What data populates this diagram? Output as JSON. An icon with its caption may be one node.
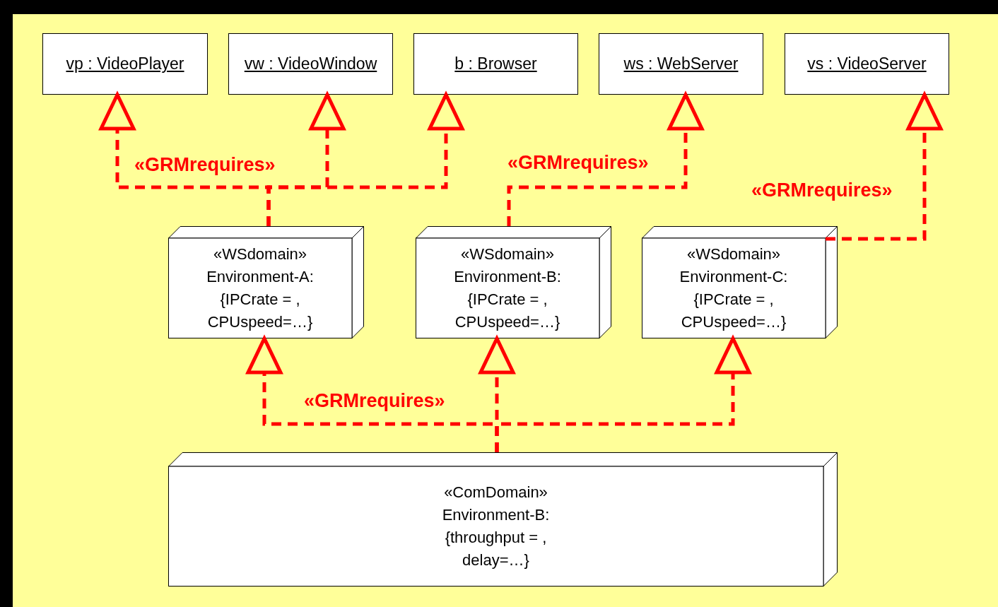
{
  "diagram": {
    "nodes": [
      {
        "text": [
          "vp : VideoPlayer"
        ]
      },
      {
        "text": [
          "vw : VideoWindow"
        ]
      },
      {
        "text": [
          "b : Browser"
        ]
      },
      {
        "text": [
          "ws : WebServer"
        ]
      },
      {
        "text": [
          "vs : VideoServer"
        ]
      },
      {
        "text": [
          "«WSdomain»",
          "Environment-A:",
          "{IPCrate = , CPUspeed=…}"
        ]
      },
      {
        "text": [
          "«WSdomain»",
          "Environment-B:",
          "{IPCrate = , CPUspeed=…}"
        ]
      },
      {
        "text": [
          "«WSdomain»",
          "Environment-C:",
          "{IPCrate = , CPUspeed=…}"
        ]
      },
      {
        "text": [
          "«ComDomain»",
          "Environment-B:",
          "{throughput = , delay=…}"
        ]
      }
    ],
    "edges": [
      {
        "from": 5,
        "to": 0,
        "arrow": "to",
        "style": "dashed",
        "label": "«GRMrequires»"
      },
      {
        "from": 5,
        "to": 1,
        "arrow": "to",
        "style": "dashed"
      },
      {
        "from": 5,
        "to": 2,
        "arrow": "to",
        "style": "dashed"
      },
      {
        "from": 6,
        "to": 3,
        "arrow": "to",
        "style": "dashed",
        "label": "«GRMrequires»"
      },
      {
        "from": 7,
        "to": 4,
        "arrow": "to",
        "style": "dashed",
        "label": "«GRMrequires»"
      },
      {
        "from": 8,
        "to": 5,
        "arrow": "to",
        "style": "dashed",
        "label": "«GRMrequires»"
      },
      {
        "from": 8,
        "to": 6,
        "arrow": "to",
        "style": "dashed"
      },
      {
        "from": 8,
        "to": 7,
        "arrow": "to",
        "style": "dashed"
      }
    ]
  }
}
